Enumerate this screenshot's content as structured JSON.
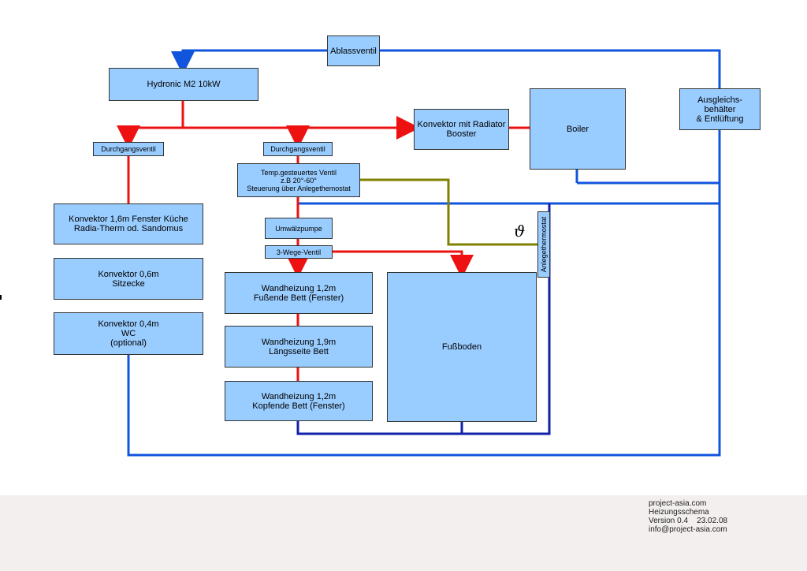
{
  "boxes": {
    "ablassventil": "Ablassventil",
    "hydronic": "Hydronic M2 10kW",
    "konvektor_radiator": "Konvektor mit Radiator\nBooster",
    "boiler": "Boiler",
    "ausgleich": "Ausgleichs-\nbehälter\n& Entlüftung",
    "durchgang_left": "Durchgangsventil",
    "durchgang_mid": "Durchgangsventil",
    "temp_ventil": "Temp.gesteuertes Ventil\nz.B 20°-60°\nSteuerung über Anlegethemostat",
    "konvektor_kueche": "Konvektor 1,6m Fenster Küche\nRadia-Therm od. Sandomus",
    "konvektor_sitzecke": "Konvektor 0,6m\nSitzecke",
    "konvektor_wc": "Konvektor 0,4m\nWC\n(optional)",
    "umwaelzpumpe": "Umwälzpumpe",
    "dreiwege": "3-Wege-Ventil",
    "wand_fussende": "Wandheizung 1,2m\nFußende Bett (Fenster)",
    "wand_laengsseite": "Wandheizung 1,9m\nLängsseite Bett",
    "wand_kopfende": "Wandheizung 1,2m\nKopfende Bett (Fenster)",
    "fussboden": "Fußboden",
    "anlegethermostat": "Anlegethermostat",
    "theta": "ϑ"
  },
  "footer": {
    "line1": "project-asia.com",
    "line2": "Heizungsschema",
    "line3": "Version 0.4    23.02.08",
    "line4": "info@project-asia.com"
  },
  "colors": {
    "supply": "#ee1111",
    "return": "#1155dd",
    "return_dark": "#1122aa",
    "sensor": "#808000",
    "box_fill": "#99ccff"
  }
}
